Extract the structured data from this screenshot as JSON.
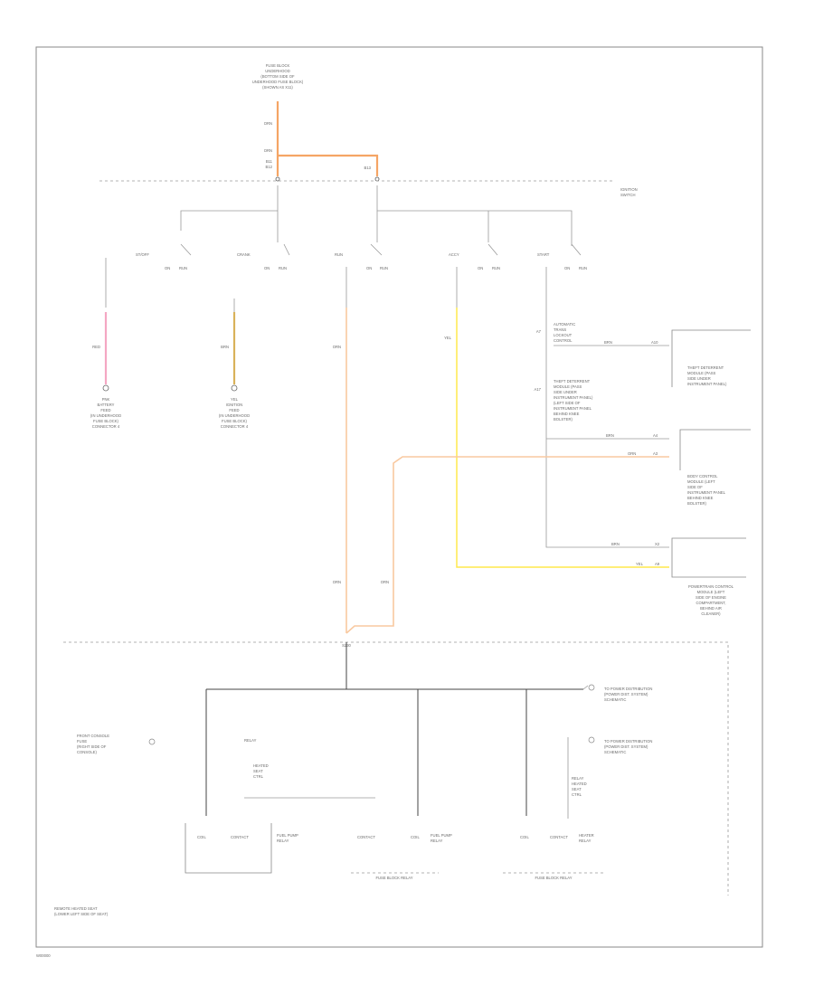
{
  "diagram": {
    "fuse_block": {
      "lines": [
        "FUSE BLOCK",
        "UNDERHOOD",
        "(BOTTOM SIDE OF",
        "UNDERHOOD FUSE BLOCK)",
        "(SHOWN AS X11)"
      ],
      "wire_top": "ORN",
      "wire_mid": "ORN",
      "pin_labels": [
        "B11",
        "B12"
      ],
      "pin_right": "B13"
    },
    "ignition_switch_label": [
      "IGNITION",
      "SWITCH"
    ],
    "switch_rows": [
      {
        "name": "ST/OFF",
        "sub": [
          "ON",
          "RUN"
        ]
      },
      {
        "name": "CRANK",
        "sub": [
          "ON",
          "RUN"
        ]
      },
      {
        "name": "RUN",
        "sub": [
          "ON",
          "RUN"
        ]
      },
      {
        "name": "ACCY",
        "sub": [
          "ON",
          "RUN"
        ]
      },
      {
        "name": "START",
        "sub": [
          "ON",
          "RUN"
        ]
      }
    ],
    "lower_left": {
      "wire1": "RED",
      "conn1": [
        "PNK",
        "BATTERY",
        "FEED",
        "(IN UNDERHOOD",
        "FUSE BLOCK)",
        "CONNECTOR 4"
      ],
      "wire2": "BRN",
      "conn2": [
        "YEL",
        "IGNITION",
        "FEED",
        "(IN UNDERHOOD",
        "FUSE BLOCK)",
        "CONNECTOR 4"
      ]
    },
    "middle_wires": {
      "run_wire": "ORN",
      "acc_wire": "YEL",
      "lower_orange": "ORN",
      "lower_orange2": "ORN"
    },
    "right_modules": {
      "start_pin": "A7",
      "start_wire": "BRN",
      "start_desc": [
        "AUTOMATIC",
        "TRANS",
        "LOCKOUT",
        "CONTROL"
      ],
      "brake_pin": "A17",
      "brake_desc": [
        "THEFT DETERRENT",
        "MODULE (PASS",
        "SIDE UNDER",
        "INSTRUMENT PANEL)",
        "(LEFT SIDE OF",
        "INSTRUMENT PANEL",
        "BEHIND KNEE",
        "BOLSTER)"
      ],
      "mod1": {
        "wire": "BRN",
        "pin": "A10",
        "label": [
          "THEFT DETERRENT",
          "MODULE (PASS",
          "SIDE UNDER",
          "INSTRUMENT PANEL)"
        ]
      },
      "mod2": {
        "wire1": "BRN",
        "pin1": "A4",
        "wire2": "ORN",
        "pin2": "A3",
        "label": [
          "BODY CONTROL",
          "MODULE (LEFT",
          "SIDE OF",
          "INSTRUMENT PANEL",
          "BEHIND KNEE",
          "BOLSTER)"
        ]
      },
      "mod3": {
        "wire1": "BRN",
        "pin1": "X2",
        "wire2": "YEL",
        "pin2": "A9",
        "label": [
          "POWERTRAIN CONTROL",
          "MODULE (LEFT",
          "SIDE OF ENGINE",
          "COMPARTMENT,",
          "BEHIND AIR",
          "CLEANER)"
        ]
      }
    },
    "bottom": {
      "splice": "S230",
      "ground_label": [
        "FRONT CONSOLE",
        "FUSE",
        "(RIGHT SIDE OF",
        "CONSOLE)"
      ],
      "ref1": [
        "TO POWER DISTRIBUTION",
        "(POWER DIST. SYSTEM)",
        "SCHEMATIC"
      ],
      "ref2": [
        "TO POWER DISTRIBUTION",
        "(POWER DIST. SYSTEM)",
        "SCHEMATIC"
      ],
      "relay_left_desc": [
        "RELAY",
        "HEATED",
        "SEAT",
        "CTRL"
      ],
      "relay_right_desc": [
        "RELAY",
        "HEATED",
        "SEAT",
        "CTRL"
      ],
      "relays": [
        {
          "coil": "COIL",
          "contact": "CONTACT",
          "name": [
            "FUEL PUMP",
            "RELAY"
          ]
        },
        {
          "coil": "COIL",
          "contact": "CONTACT",
          "name": [
            "FUEL PUMP",
            "RELAY"
          ]
        },
        {
          "coil": "COIL",
          "contact": "CONTACT",
          "name": [
            "HEATER",
            "RELAY"
          ]
        }
      ],
      "sub_labels": [
        "FUSE BLOCK RELAY",
        "FUSE BLOCK RELAY"
      ],
      "footer": [
        "REMOTE HEATED SEAT",
        "(LOWER LEFT SIDE OF SEAT)"
      ]
    },
    "corner_label": "W00000"
  }
}
